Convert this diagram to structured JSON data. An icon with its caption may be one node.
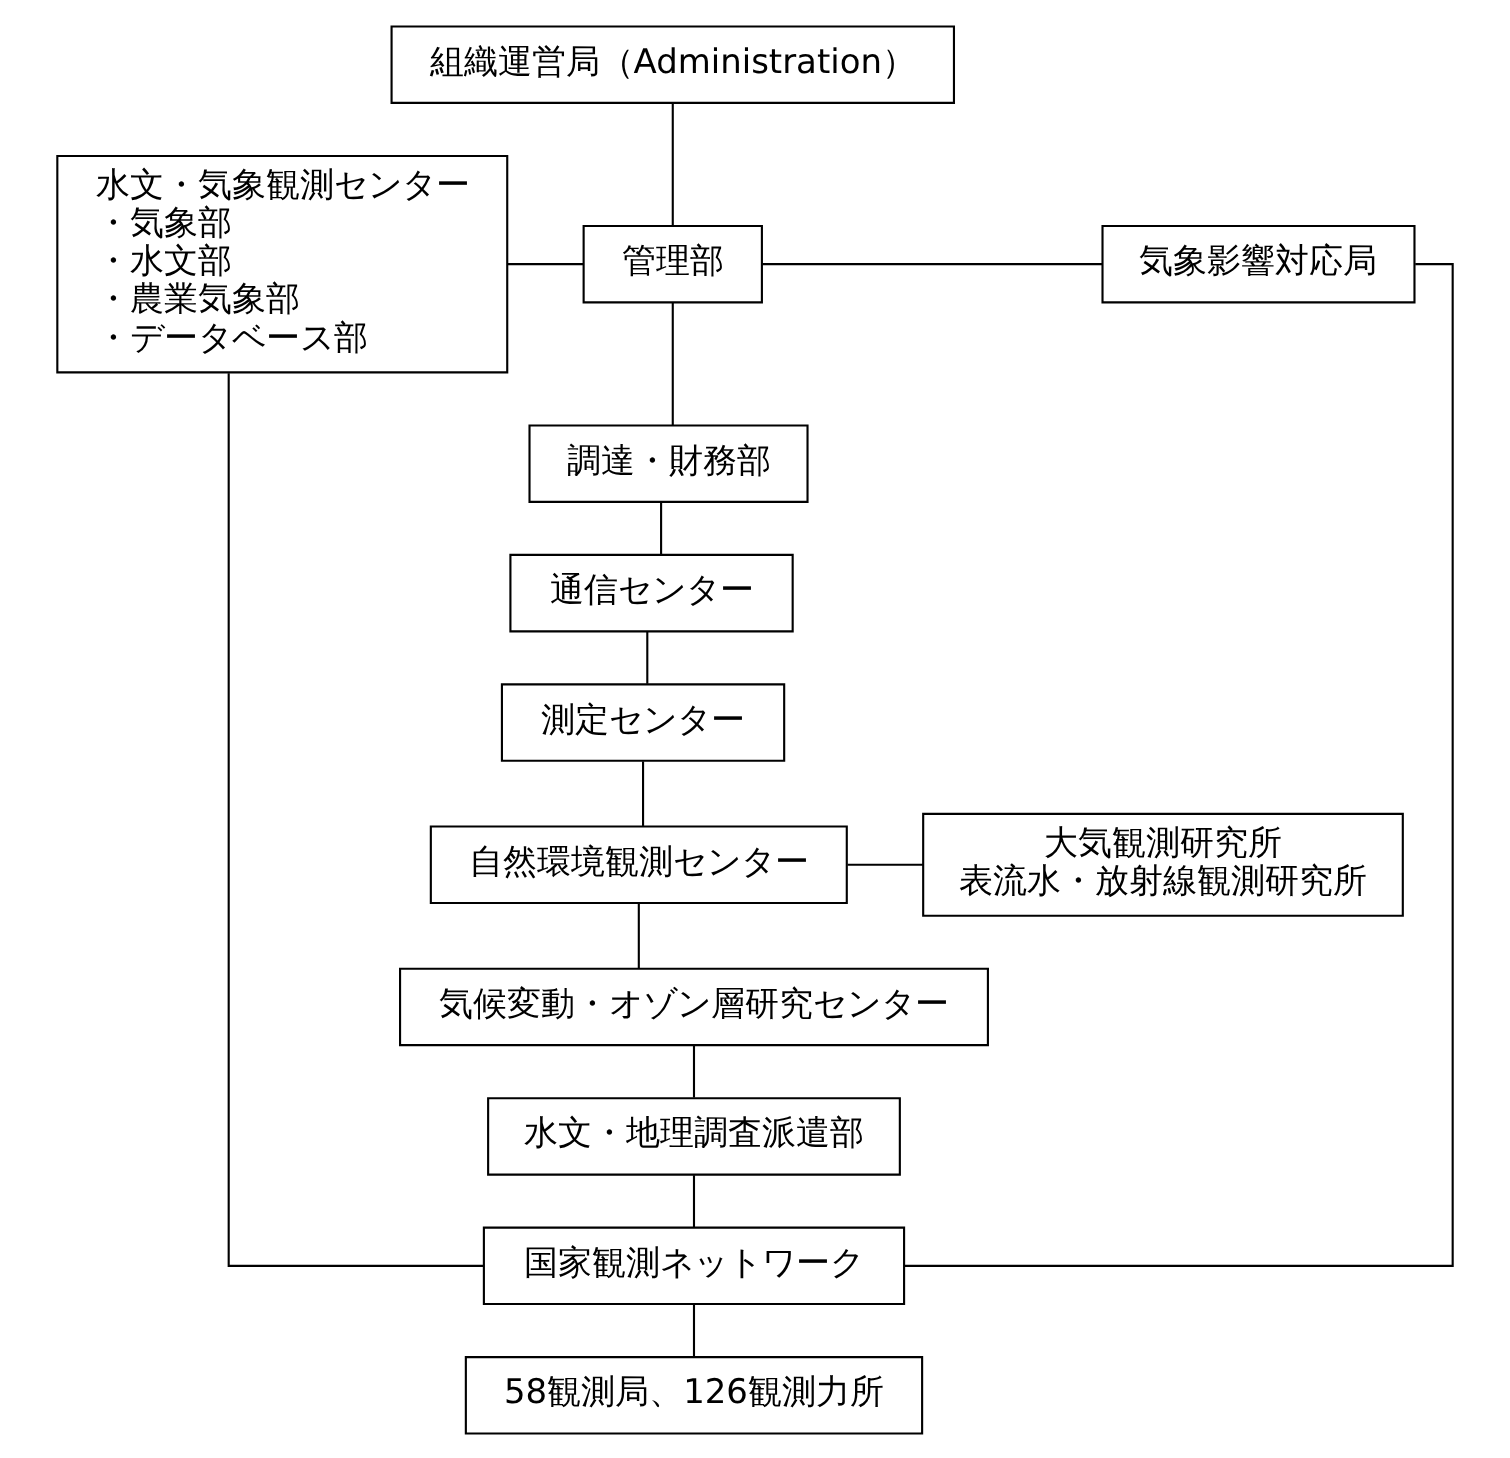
{
  "diagram": {
    "nodes": [
      {
        "text": [
          "組織運営局（Administration）"
        ]
      },
      {
        "text": [
          "水文・気象観測センター",
          "・気象部",
          "・水文部",
          "・農業気象部",
          "・データベース部"
        ]
      },
      {
        "text": [
          "管理部"
        ]
      },
      {
        "text": [
          "気象影響対応局"
        ]
      },
      {
        "text": [
          "調達・財務部"
        ]
      },
      {
        "text": [
          "通信センター"
        ]
      },
      {
        "text": [
          "測定センター"
        ]
      },
      {
        "text": [
          "自然環境観測センター"
        ]
      },
      {
        "text": [
          "大気観測研究所",
          "表流水・放射線観測研究所"
        ]
      },
      {
        "text": [
          "気候変動・オゾン層研究センター"
        ]
      },
      {
        "text": [
          "水文・地理調査派遣部"
        ]
      },
      {
        "text": [
          "国家観測ネットワーク"
        ]
      },
      {
        "text": [
          "58観測局、126観測力所"
        ]
      }
    ],
    "edges": [
      {
        "from": 0,
        "to": 2,
        "arrow": "none"
      },
      {
        "from": 1,
        "to": 2,
        "arrow": "none"
      },
      {
        "from": 2,
        "to": 3,
        "arrow": "none"
      },
      {
        "from": 2,
        "to": 4,
        "arrow": "none"
      },
      {
        "from": 4,
        "to": 5,
        "arrow": "none"
      },
      {
        "from": 5,
        "to": 6,
        "arrow": "none"
      },
      {
        "from": 6,
        "to": 7,
        "arrow": "none"
      },
      {
        "from": 7,
        "to": 8,
        "arrow": "none"
      },
      {
        "from": 7,
        "to": 9,
        "arrow": "none"
      },
      {
        "from": 9,
        "to": 10,
        "arrow": "none"
      },
      {
        "from": 10,
        "to": 11,
        "arrow": "none"
      },
      {
        "from": 1,
        "to": 11,
        "arrow": "none"
      },
      {
        "from": 3,
        "to": 11,
        "arrow": "none"
      },
      {
        "from": 11,
        "to": 12,
        "arrow": "none"
      }
    ]
  }
}
